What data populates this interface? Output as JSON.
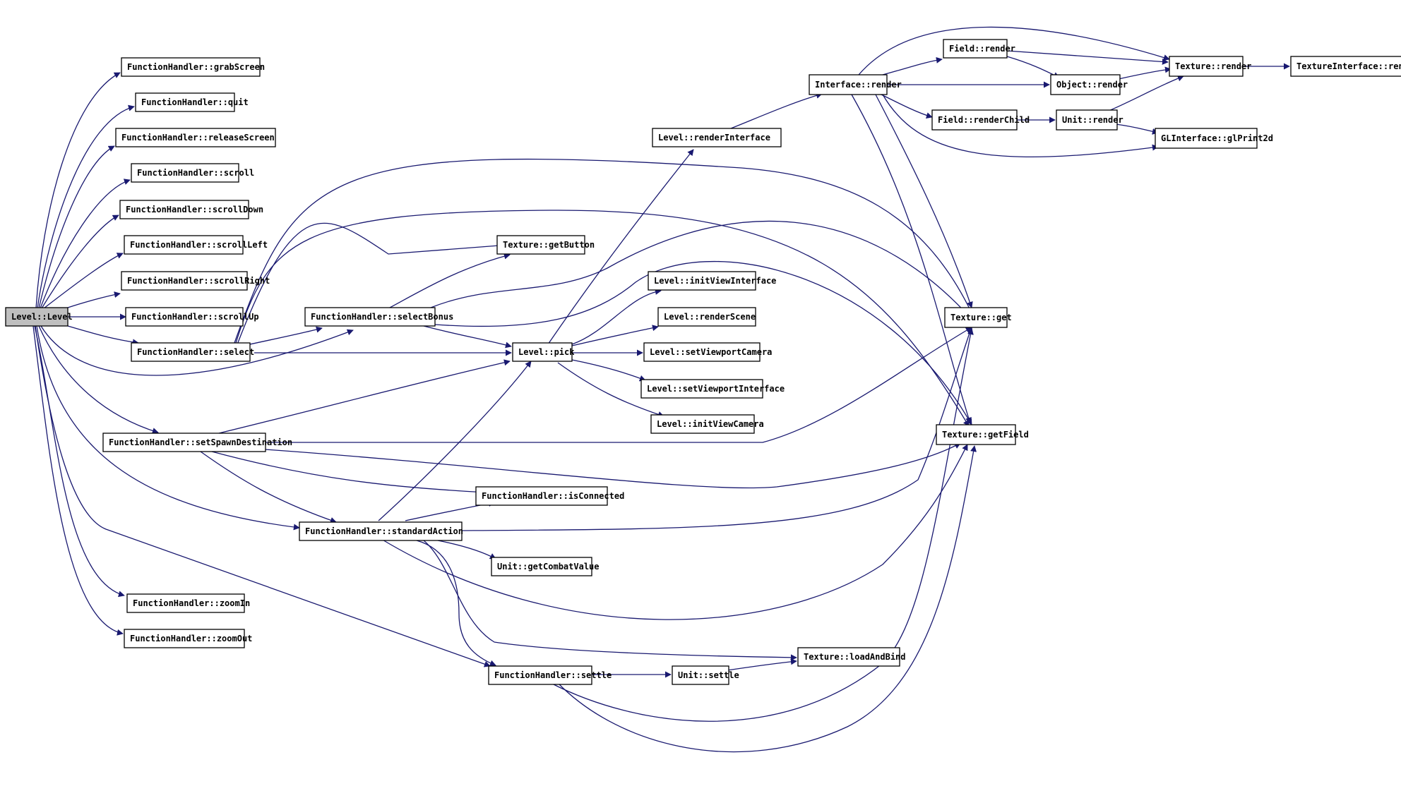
{
  "colors": {
    "edge": "#191970",
    "node_border": "#000000",
    "root_fill": "#bfbfbf"
  },
  "nodes": {
    "level_level": "Level::Level",
    "fh_grabScreen": "FunctionHandler::grabScreen",
    "fh_quit": "FunctionHandler::quit",
    "fh_releaseScreen": "FunctionHandler::releaseScreen",
    "fh_scroll": "FunctionHandler::scroll",
    "fh_scrollDown": "FunctionHandler::scrollDown",
    "fh_scrollLeft": "FunctionHandler::scrollLeft",
    "fh_scrollRight": "FunctionHandler::scrollRight",
    "fh_scrollUp": "FunctionHandler::scrollUp",
    "fh_select": "FunctionHandler::select",
    "fh_setSpawnDestination": "FunctionHandler::setSpawnDestination",
    "fh_standardAction": "FunctionHandler::standardAction",
    "fh_zoomIn": "FunctionHandler::zoomIn",
    "fh_zoomOut": "FunctionHandler::zoomOut",
    "fh_settle": "FunctionHandler::settle",
    "fh_selectBonus": "FunctionHandler::selectBonus",
    "fh_isConnected": "FunctionHandler::isConnected",
    "tex_getButton": "Texture::getButton",
    "level_pick": "Level::pick",
    "level_renderInterface": "Level::renderInterface",
    "level_initViewInterface": "Level::initViewInterface",
    "level_renderScene": "Level::renderScene",
    "level_setViewportCamera": "Level::setViewportCamera",
    "level_setViewportInterface": "Level::setViewportInterface",
    "level_initViewCamera": "Level::initViewCamera",
    "unit_getCombatValue": "Unit::getCombatValue",
    "unit_settle": "Unit::settle",
    "tex_loadAndBind": "Texture::loadAndBind",
    "interface_render": "Interface::render",
    "field_render": "Field::render",
    "field_renderChild": "Field::renderChild",
    "object_render": "Object::render",
    "unit_render": "Unit::render",
    "tex_render": "Texture::render",
    "texint_render": "TextureInterface::render",
    "gl_print2d": "GLInterface::glPrint2d",
    "tex_get": "Texture::get",
    "tex_getField": "Texture::getField"
  }
}
